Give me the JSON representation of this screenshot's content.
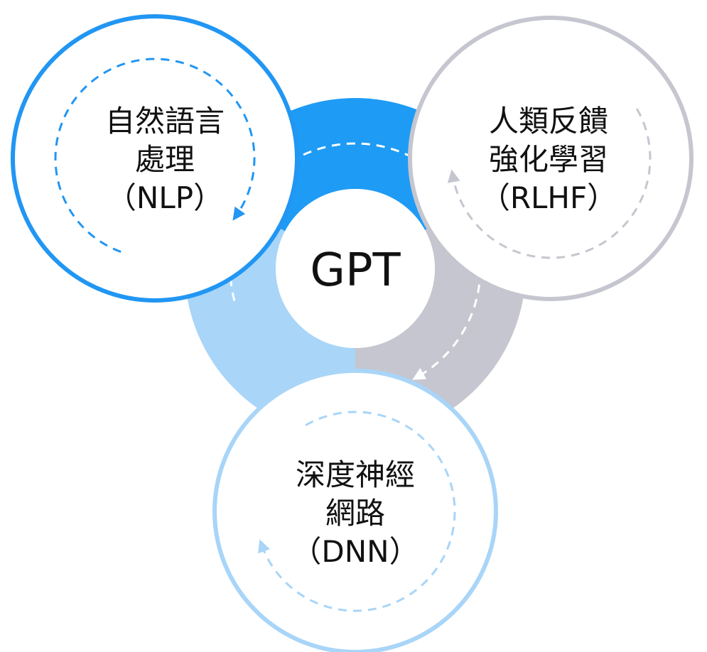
{
  "center": {
    "label": "GPT"
  },
  "nodes": [
    {
      "id": "nlp",
      "lines": [
        "自然語言",
        "處理",
        "（NLP）"
      ],
      "color": "#2196F3"
    },
    {
      "id": "rlhf",
      "lines": [
        "人類反饋",
        "強化學習",
        "（RLHF）"
      ],
      "color": "#C5C6CF"
    },
    {
      "id": "dnn",
      "lines": [
        "深度神經",
        "網路",
        "（DNN）"
      ],
      "color": "#A8D5F8"
    }
  ],
  "ring_colors": {
    "nlp_to_rlhf": "#1E9BF5",
    "rlhf_to_dnn": "#C5C6CF",
    "dnn_to_nlp": "#A8D5F8"
  }
}
